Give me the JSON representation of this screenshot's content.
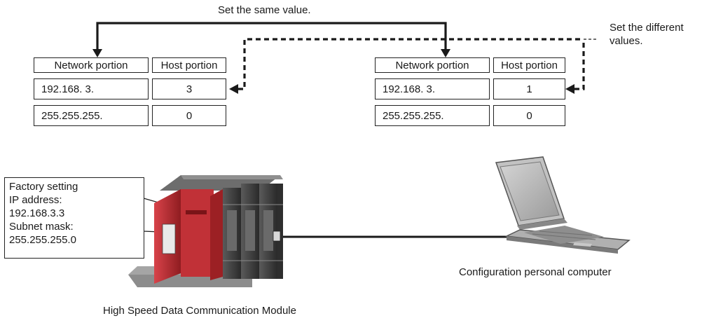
{
  "connectors": {
    "same_label": "Set the same value.",
    "different_label": "Set the different values."
  },
  "tables": [
    {
      "header": {
        "network": "Network portion",
        "host": "Host portion"
      },
      "rows": [
        {
          "network": "192.168.   3.",
          "host": "3"
        },
        {
          "network": "255.255.255.",
          "host": "0"
        }
      ]
    },
    {
      "header": {
        "network": "Network portion",
        "host": "Host portion"
      },
      "rows": [
        {
          "network": "192.168.   3.",
          "host": "1"
        },
        {
          "network": "255.255.255.",
          "host": "0"
        }
      ]
    }
  ],
  "callout": {
    "line1": "Factory setting",
    "line2": "IP address:",
    "line3": "192.168.3.3",
    "line4": "Subnet mask:",
    "line5": "255.255.255.0"
  },
  "captions": {
    "module": "High Speed Data Communication Module",
    "computer": "Configuration personal computer"
  },
  "colors": {
    "line": "#1a1a1a",
    "module_red": "#b3262b",
    "module_dark": "#3a3a3a",
    "laptop_gray": "#b8b8b8"
  }
}
